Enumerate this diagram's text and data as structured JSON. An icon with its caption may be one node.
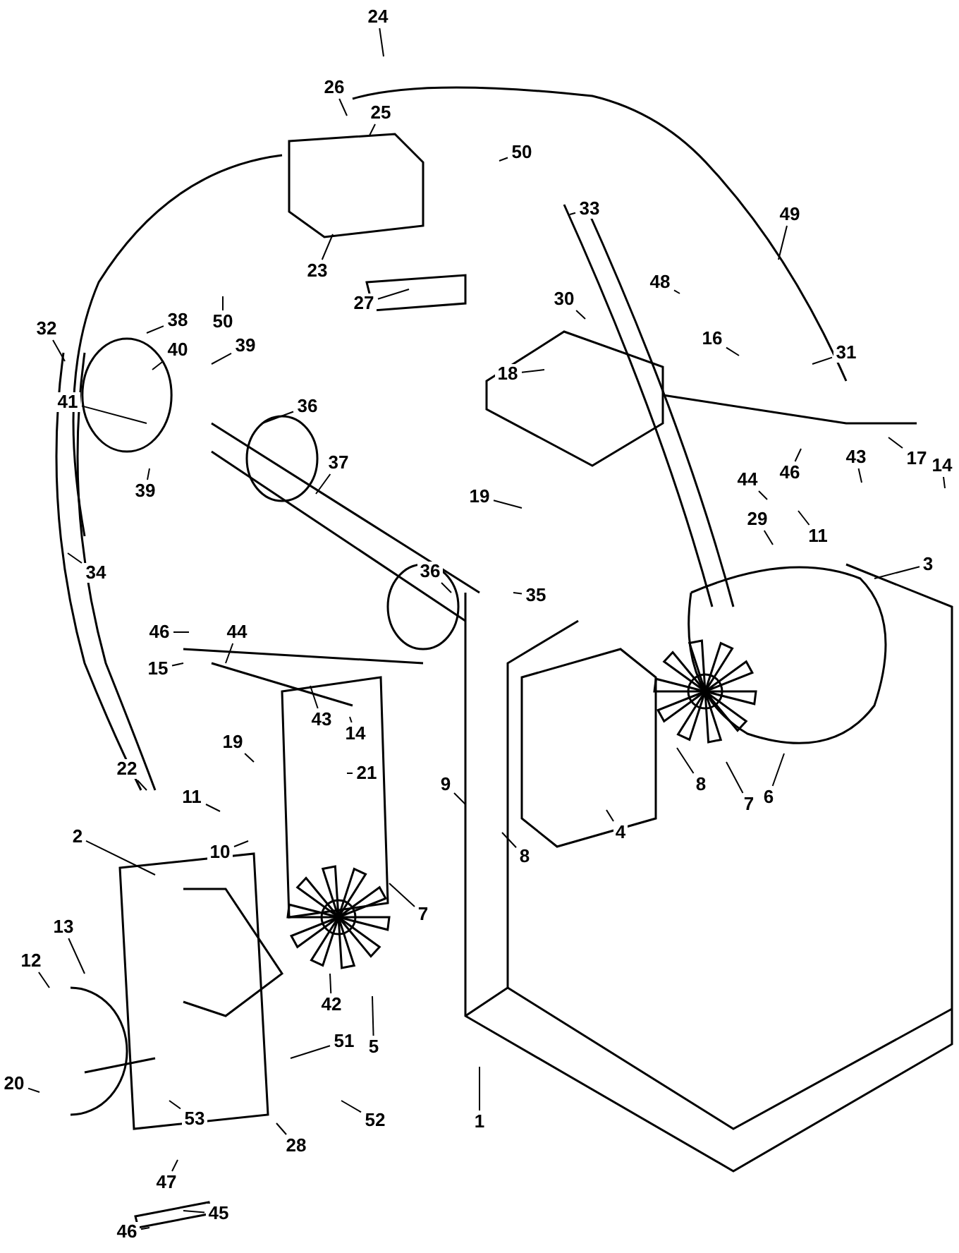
{
  "diagram": {
    "nodes": [
      {
        "text": [
          "24"
        ]
      },
      {
        "text": [
          "26"
        ]
      },
      {
        "text": [
          "25"
        ]
      },
      {
        "text": [
          "50"
        ]
      },
      {
        "text": [
          "33"
        ]
      },
      {
        "text": [
          "23"
        ]
      },
      {
        "text": [
          "27"
        ]
      },
      {
        "text": [
          "50"
        ]
      },
      {
        "text": [
          "49"
        ]
      },
      {
        "text": [
          "48"
        ]
      },
      {
        "text": [
          "30"
        ]
      },
      {
        "text": [
          "16"
        ]
      },
      {
        "text": [
          "31"
        ]
      },
      {
        "text": [
          "18"
        ]
      },
      {
        "text": [
          "32"
        ]
      },
      {
        "text": [
          "38"
        ]
      },
      {
        "text": [
          "40"
        ]
      },
      {
        "text": [
          "39"
        ]
      },
      {
        "text": [
          "41"
        ]
      },
      {
        "text": [
          "36"
        ]
      },
      {
        "text": [
          "37"
        ]
      },
      {
        "text": [
          "39"
        ]
      },
      {
        "text": [
          "44"
        ]
      },
      {
        "text": [
          "46"
        ]
      },
      {
        "text": [
          "17"
        ]
      },
      {
        "text": [
          "43"
        ]
      },
      {
        "text": [
          "14"
        ]
      },
      {
        "text": [
          "19"
        ]
      },
      {
        "text": [
          "29"
        ]
      },
      {
        "text": [
          "11"
        ]
      },
      {
        "text": [
          "3"
        ]
      },
      {
        "text": [
          "36"
        ]
      },
      {
        "text": [
          "35"
        ]
      },
      {
        "text": [
          "34"
        ]
      },
      {
        "text": [
          "46"
        ]
      },
      {
        "text": [
          "44"
        ]
      },
      {
        "text": [
          "15"
        ]
      },
      {
        "text": [
          "43"
        ]
      },
      {
        "text": [
          "14"
        ]
      },
      {
        "text": [
          "19"
        ]
      },
      {
        "text": [
          "21"
        ]
      },
      {
        "text": [
          "22"
        ]
      },
      {
        "text": [
          "11"
        ]
      },
      {
        "text": [
          "9"
        ]
      },
      {
        "text": [
          "10"
        ]
      },
      {
        "text": [
          "2"
        ]
      },
      {
        "text": [
          "13"
        ]
      },
      {
        "text": [
          "12"
        ]
      },
      {
        "text": [
          "7"
        ]
      },
      {
        "text": [
          "4"
        ]
      },
      {
        "text": [
          "8"
        ]
      },
      {
        "text": [
          "7"
        ]
      },
      {
        "text": [
          "6"
        ]
      },
      {
        "text": [
          "8"
        ]
      },
      {
        "text": [
          "42"
        ]
      },
      {
        "text": [
          "5"
        ]
      },
      {
        "text": [
          "51"
        ]
      },
      {
        "text": [
          "52"
        ]
      },
      {
        "text": [
          "53"
        ]
      },
      {
        "text": [
          "28"
        ]
      },
      {
        "text": [
          "1"
        ]
      },
      {
        "text": [
          "47"
        ]
      },
      {
        "text": [
          "20"
        ]
      },
      {
        "text": [
          "46"
        ]
      },
      {
        "text": [
          "45"
        ]
      }
    ],
    "edges": [
      {
        "from": 0,
        "to": null,
        "arrow": "none"
      },
      {
        "from": 1,
        "to": null,
        "arrow": "none"
      },
      {
        "from": 2,
        "to": null,
        "arrow": "none"
      },
      {
        "from": 3,
        "to": null,
        "arrow": "none"
      },
      {
        "from": 4,
        "to": null,
        "arrow": "none"
      },
      {
        "from": 5,
        "to": null,
        "arrow": "none"
      },
      {
        "from": 6,
        "to": null,
        "arrow": "none"
      },
      {
        "from": 7,
        "to": null,
        "arrow": "none"
      },
      {
        "from": 8,
        "to": null,
        "arrow": "none"
      },
      {
        "from": 9,
        "to": null,
        "arrow": "none"
      },
      {
        "from": 10,
        "to": null,
        "arrow": "none"
      },
      {
        "from": 11,
        "to": null,
        "arrow": "none"
      },
      {
        "from": 12,
        "to": null,
        "arrow": "none"
      },
      {
        "from": 13,
        "to": null,
        "arrow": "none"
      },
      {
        "from": 14,
        "to": null,
        "arrow": "none"
      },
      {
        "from": 15,
        "to": null,
        "arrow": "none"
      },
      {
        "from": 16,
        "to": null,
        "arrow": "none"
      },
      {
        "from": 17,
        "to": null,
        "arrow": "none"
      },
      {
        "from": 18,
        "to": null,
        "arrow": "none"
      },
      {
        "from": 19,
        "to": null,
        "arrow": "none"
      },
      {
        "from": 20,
        "to": null,
        "arrow": "none"
      },
      {
        "from": 21,
        "to": null,
        "arrow": "none"
      },
      {
        "from": 22,
        "to": null,
        "arrow": "none"
      },
      {
        "from": 23,
        "to": null,
        "arrow": "none"
      },
      {
        "from": 24,
        "to": null,
        "arrow": "none"
      },
      {
        "from": 25,
        "to": null,
        "arrow": "none"
      },
      {
        "from": 26,
        "to": null,
        "arrow": "none"
      },
      {
        "from": 27,
        "to": null,
        "arrow": "none"
      },
      {
        "from": 28,
        "to": null,
        "arrow": "none"
      },
      {
        "from": 29,
        "to": null,
        "arrow": "none"
      },
      {
        "from": 30,
        "to": null,
        "arrow": "none"
      },
      {
        "from": 31,
        "to": null,
        "arrow": "none"
      },
      {
        "from": 32,
        "to": null,
        "arrow": "none"
      },
      {
        "from": 33,
        "to": null,
        "arrow": "none"
      },
      {
        "from": 34,
        "to": null,
        "arrow": "none"
      },
      {
        "from": 35,
        "to": null,
        "arrow": "none"
      },
      {
        "from": 36,
        "to": null,
        "arrow": "none"
      },
      {
        "from": 37,
        "to": null,
        "arrow": "none"
      },
      {
        "from": 38,
        "to": null,
        "arrow": "none"
      },
      {
        "from": 39,
        "to": null,
        "arrow": "none"
      },
      {
        "from": 40,
        "to": null,
        "arrow": "none"
      },
      {
        "from": 41,
        "to": null,
        "arrow": "none"
      },
      {
        "from": 42,
        "to": null,
        "arrow": "none"
      },
      {
        "from": 43,
        "to": null,
        "arrow": "none"
      },
      {
        "from": 44,
        "to": null,
        "arrow": "none"
      },
      {
        "from": 45,
        "to": null,
        "arrow": "none"
      },
      {
        "from": 46,
        "to": null,
        "arrow": "none"
      },
      {
        "from": 47,
        "to": null,
        "arrow": "none"
      },
      {
        "from": 48,
        "to": null,
        "arrow": "none"
      },
      {
        "from": 49,
        "to": null,
        "arrow": "none"
      },
      {
        "from": 50,
        "to": null,
        "arrow": "none"
      },
      {
        "from": 51,
        "to": null,
        "arrow": "none"
      },
      {
        "from": 52,
        "to": null,
        "arrow": "none"
      },
      {
        "from": 53,
        "to": null,
        "arrow": "none"
      },
      {
        "from": 54,
        "to": null,
        "arrow": "none"
      },
      {
        "from": 55,
        "to": null,
        "arrow": "none"
      },
      {
        "from": 56,
        "to": null,
        "arrow": "none"
      },
      {
        "from": 57,
        "to": null,
        "arrow": "none"
      },
      {
        "from": 58,
        "to": null,
        "arrow": "none"
      },
      {
        "from": 59,
        "to": null,
        "arrow": "none"
      },
      {
        "from": 60,
        "to": null,
        "arrow": "none"
      },
      {
        "from": 61,
        "to": null,
        "arrow": "none"
      },
      {
        "from": 62,
        "to": null,
        "arrow": "none"
      },
      {
        "from": 63,
        "to": null,
        "arrow": "none"
      },
      {
        "from": 64,
        "to": null,
        "arrow": "none"
      }
    ]
  }
}
